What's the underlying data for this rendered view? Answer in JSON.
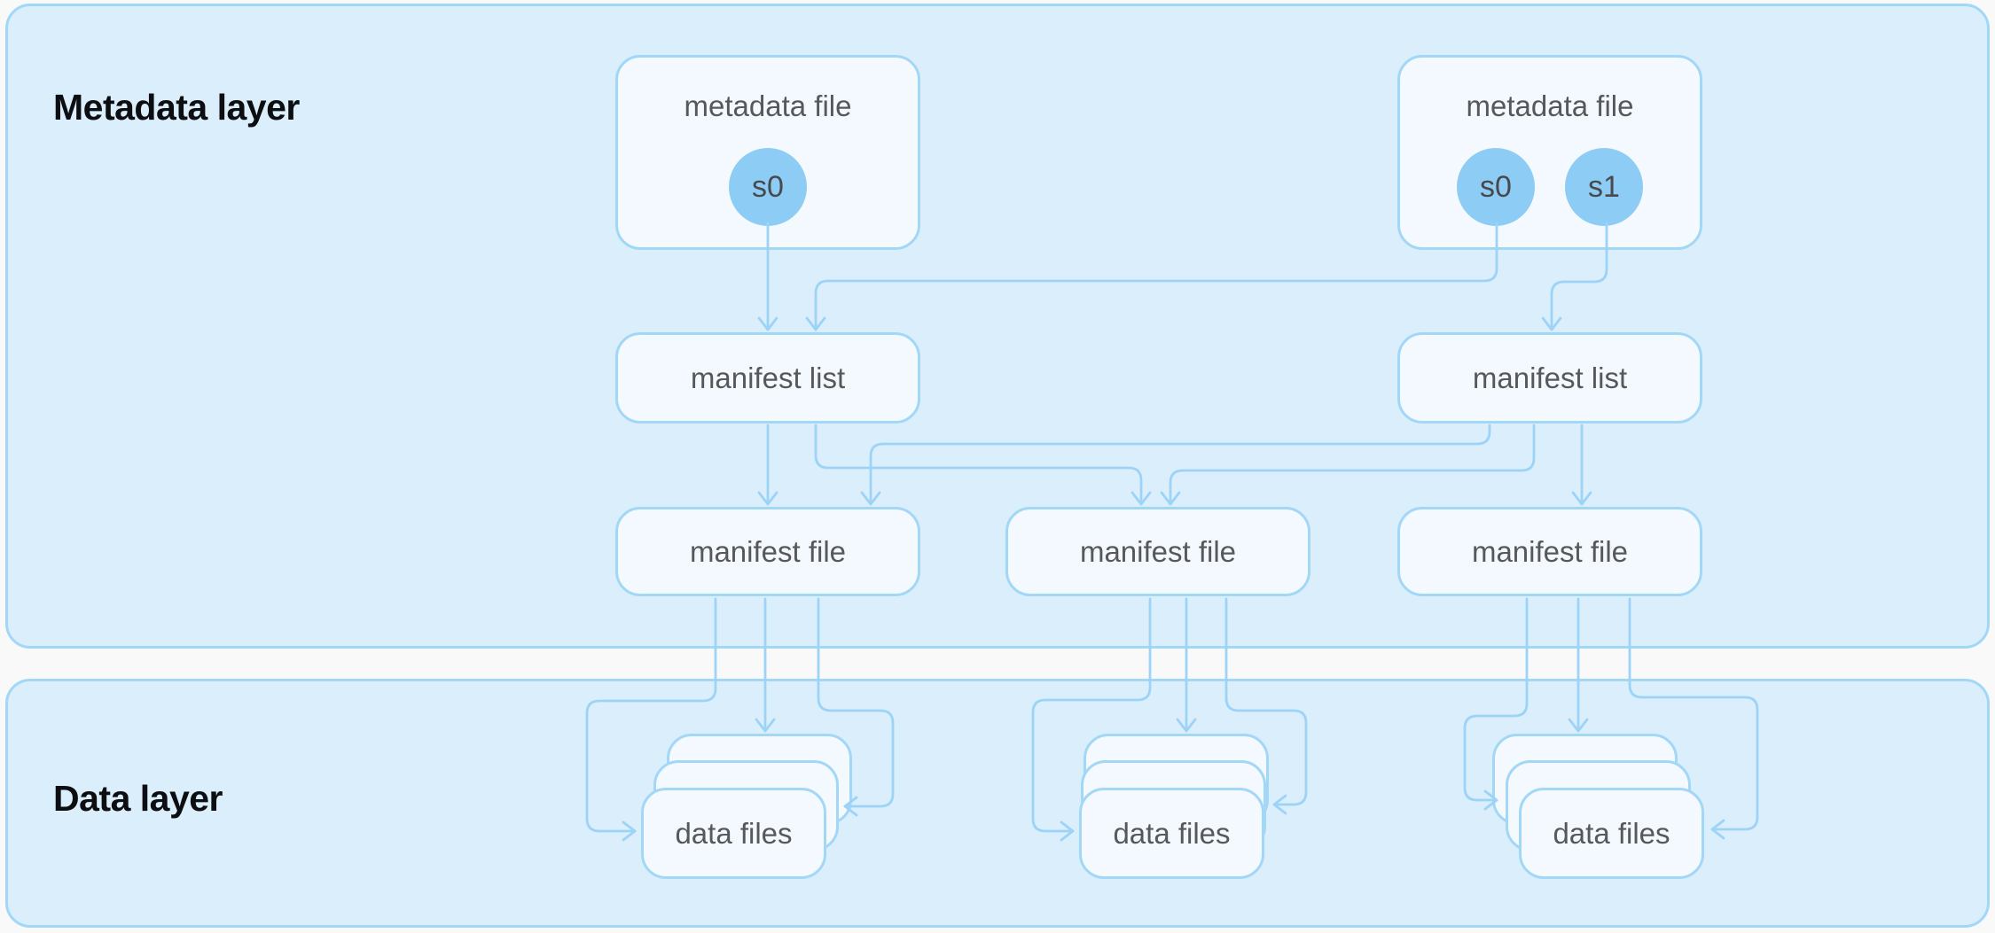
{
  "layers": {
    "metadata": {
      "title": "Metadata layer"
    },
    "data": {
      "title": "Data layer"
    }
  },
  "nodes": {
    "metadata_file_1": {
      "label": "metadata file",
      "snapshots": [
        {
          "label": "s0"
        }
      ]
    },
    "metadata_file_2": {
      "label": "metadata file",
      "snapshots": [
        {
          "label": "s0"
        },
        {
          "label": "s1"
        }
      ]
    },
    "manifest_list_1": {
      "label": "manifest list"
    },
    "manifest_list_2": {
      "label": "manifest list"
    },
    "manifest_file_1": {
      "label": "manifest file"
    },
    "manifest_file_2": {
      "label": "manifest file"
    },
    "manifest_file_3": {
      "label": "manifest file"
    },
    "data_files_1": {
      "label": "data files"
    },
    "data_files_2": {
      "label": "data files"
    },
    "data_files_3": {
      "label": "data files"
    }
  },
  "colors": {
    "page_bg": "#f9f9f9",
    "layer_fill": "#dbeefc",
    "border": "#a2d7f8",
    "line": "#9cd3f7",
    "node_fill": "#f3f9fe",
    "node_text": "#56585c",
    "circle_fill": "#8dcdf5",
    "circle_text": "#47494e",
    "title_text": "#0d0e12"
  }
}
